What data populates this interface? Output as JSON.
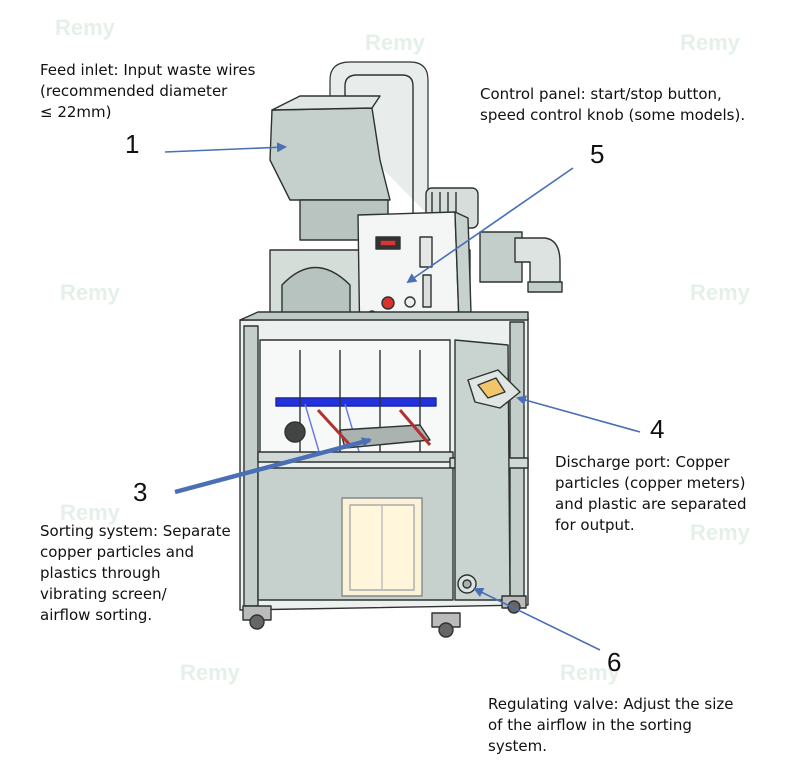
{
  "callouts": [
    {
      "number": "1",
      "text": "Feed inlet: Input waste wires\n(recommended diameter\n≤ 22mm)"
    },
    {
      "number": "5",
      "text": "Control panel: start/stop button,\nspeed control knob (some models)."
    },
    {
      "number": "4",
      "text": "Discharge port: Copper\nparticles (copper meters)\nand plastic are separated\nfor output."
    },
    {
      "number": "3",
      "text": "Sorting system: Separate\ncopper particles and\nplastics through\nvibrating screen/\nairflow sorting."
    },
    {
      "number": "6",
      "text": "Regulating valve: Adjust the size\nof the airflow in the sorting\nsystem."
    }
  ],
  "watermark": "Remy",
  "colors": {
    "arrow": "#4a6fb5",
    "machine_fill": "#c9d3cf",
    "machine_stroke": "#2d3330",
    "belt": "#2233dd"
  }
}
